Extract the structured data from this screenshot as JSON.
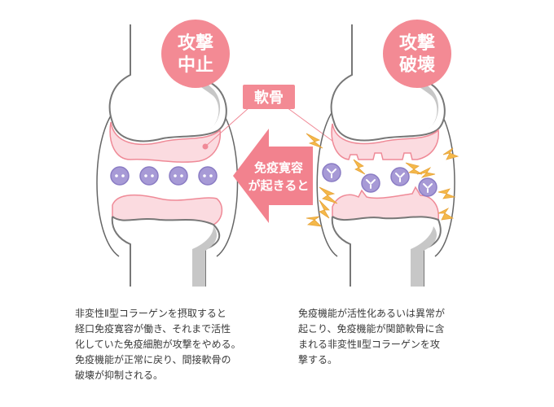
{
  "left_badge": {
    "line1": "攻撃",
    "line2": "中止"
  },
  "right_badge": {
    "line1": "攻撃",
    "line2": "破壊"
  },
  "cartilage_label": "軟骨",
  "arrow_label": {
    "line1": "免疫寛容",
    "line2": "が起きると"
  },
  "left_caption": [
    "非変性Ⅱ型コラーゲンを摂取すると",
    "経口免疫寛容が働き、それまで活性",
    "化していた免疫細胞が攻撃をやめる。",
    "免疫機能が正常に戻り、間接軟骨の",
    "破壊が抑制される。"
  ],
  "right_caption": [
    "免疫機能が活性化あるいは異常が",
    "起こり、免疫機能が関節軟骨に含",
    "まれる非変性Ⅱ型コラーゲンを攻",
    "撃する。"
  ],
  "colors": {
    "badge_fill": "#f38a94",
    "cartilage_fill": "#fbdbe0",
    "cartilage_stroke": "#ef8a97",
    "bone_fill": "#ffffff",
    "bone_stroke": "#777777",
    "cell_fill": "#a79ad6",
    "arrow_fill": "#f2828e",
    "spark_fill": "#f4b84a"
  }
}
